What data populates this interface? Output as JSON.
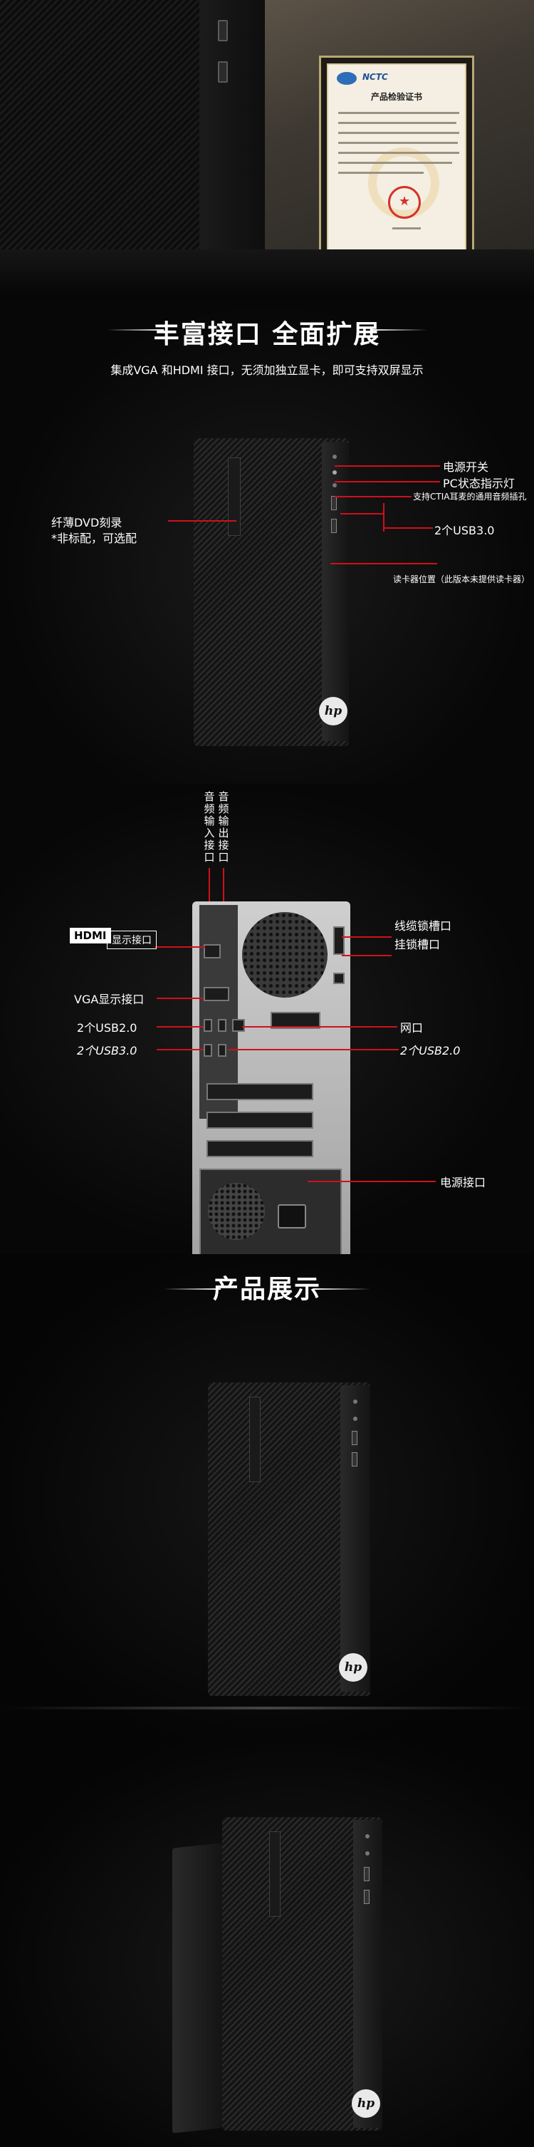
{
  "top": {
    "certificate": {
      "logo_text": "NCTC",
      "title": "产品检验证书"
    }
  },
  "ports_section": {
    "title": "丰富接口 全面扩展",
    "subtitle": "集成VGA 和HDMI 接口，无须加独立显卡，即可支持双屏显示",
    "labels": {
      "power_switch": "电源开关",
      "pc_status_light": "PC状态指示灯",
      "audio_jack": "支持CTIA耳麦的通用音频插孔",
      "usb3_front": "2个USB3.0",
      "card_reader": "读卡器位置（此版本未提供读卡器）",
      "dvd_line1": "纤薄DVD刻录",
      "dvd_line2": "*非标配，可选配"
    }
  },
  "rear_section": {
    "vertical_labels": [
      "音频输入接口",
      "音频输出接口"
    ],
    "labels": {
      "cable_lock": "线缆锁槽口",
      "padlock": "挂锁槽口",
      "hdmi_badge": "HDMI",
      "hdmi_tag": "显示接口",
      "vga": "VGA显示接口",
      "usb2": "2个USB2.0",
      "usb3": "2个USB3.0",
      "lan": "网口",
      "usb2_right": "2个USB2.0",
      "power": "电源接口"
    }
  },
  "show_section": {
    "title": "产品展示"
  },
  "logos": {
    "hp": "hp"
  },
  "colors": {
    "accent_red": "#d0101b",
    "background": "#060606"
  }
}
